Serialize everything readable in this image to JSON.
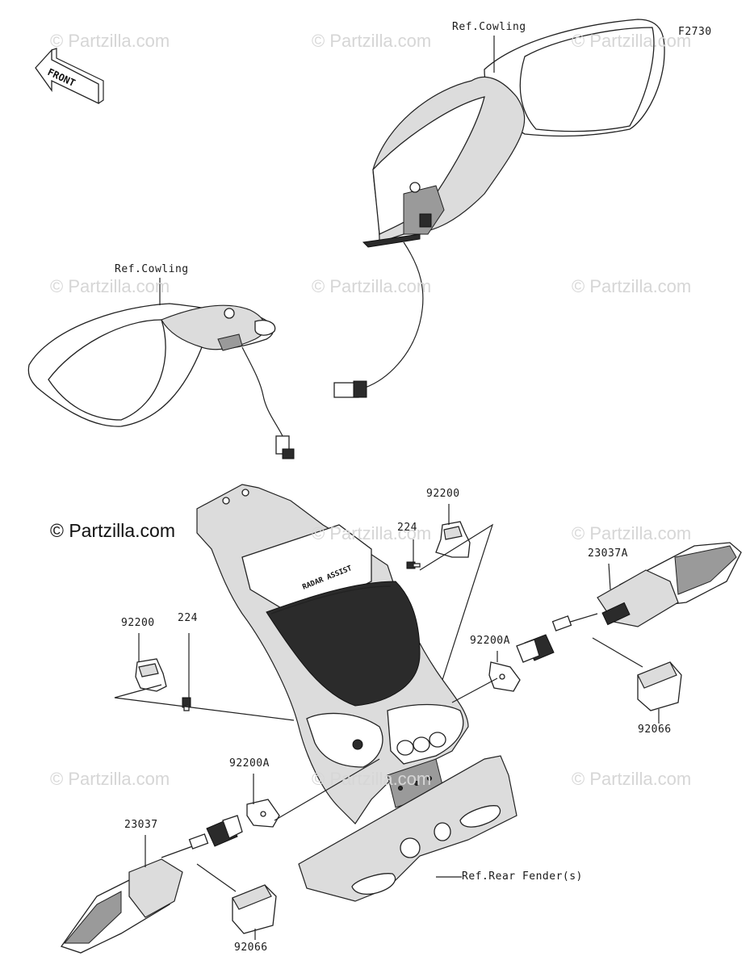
{
  "diagram": {
    "figure_code": "F2730",
    "front_label": "FRONT",
    "copyright": "© Partzilla.com",
    "watermark": "© Partzilla.com",
    "emblem_text": "RADAR ASSIST",
    "labels": {
      "ref_cowling_right": "Ref.Cowling",
      "ref_cowling_left": "Ref.Cowling",
      "ref_rear_fender": "Ref.Rear Fender(s)",
      "p92200_top": "92200",
      "p224_top": "224",
      "p23037A": "23037A",
      "p92200A_right": "92200A",
      "p92066_right": "92066",
      "p92200_left": "92200",
      "p224_left": "224",
      "p92200A_left": "92200A",
      "p23037": "23037",
      "p92066_left": "92066"
    }
  }
}
